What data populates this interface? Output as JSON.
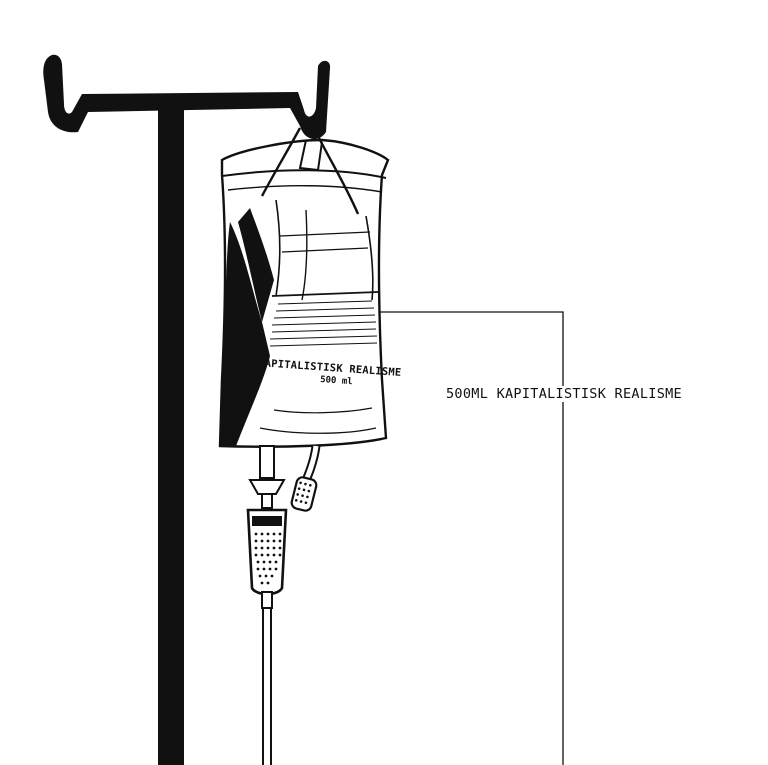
{
  "bag": {
    "label": "KAPITALISTISK REALISME",
    "volume": "500 ml"
  },
  "caption": "500ML KAPITALISTISK REALISME",
  "colors": {
    "ink": "#111111",
    "paper": "#ffffff"
  }
}
